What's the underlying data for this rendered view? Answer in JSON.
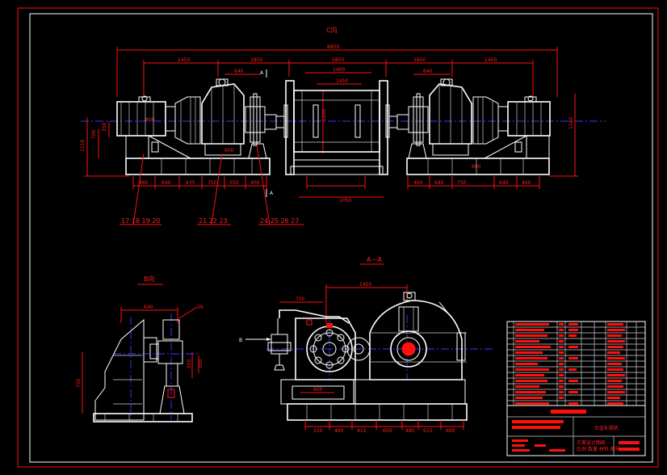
{
  "view_labels": {
    "view_c": "C向",
    "view_b": "B向",
    "section_aa": "A—A",
    "section_marker_a": "A",
    "marker_b": "B"
  },
  "part_callouts": {
    "group_1": "17 18 19 20",
    "group_2": "21 22 23",
    "group_3": "24 25 26 27",
    "b_view_callout": "39"
  },
  "top_dims": {
    "overall": "8850",
    "left_motor": "1450",
    "left_mid": "1850",
    "center_top": "1400",
    "center_inner": "1450",
    "center": "5850",
    "right_mid": "1850",
    "right_motor": "1450",
    "left_coupling": "640",
    "right_coupling": "640",
    "drum_width": "1200",
    "left_height": "1110",
    "left_h2": "700",
    "left_h3": "350",
    "right_height": "1100",
    "drum_bottom": "1050",
    "left_small": "800",
    "left_small2": "600",
    "right_small": "600"
  },
  "bottom_dims_left": [
    "460",
    "640",
    "435",
    "750",
    "550",
    "400"
  ],
  "bottom_dims_right": [
    "460",
    "640",
    "750",
    "640",
    "460"
  ],
  "b_view_dims": {
    "width": "640",
    "height": "750",
    "h2": "550",
    "h3": "300"
  },
  "aa_dims": {
    "top": "1450",
    "top_left": "700",
    "base": "600",
    "bottom": [
      "150",
      "460",
      "415",
      "650",
      "485",
      "615",
      "600"
    ]
  },
  "title_block": {
    "drawing_title": "合金轧辊机",
    "sub_line_1": "方案设计图纸",
    "sub_line_2": "比例 数量 材料 图号"
  },
  "colors": {
    "frame": "#ff1010",
    "geometry": "#ffffff",
    "centerline": "#3a3aff",
    "background": "#000000"
  }
}
